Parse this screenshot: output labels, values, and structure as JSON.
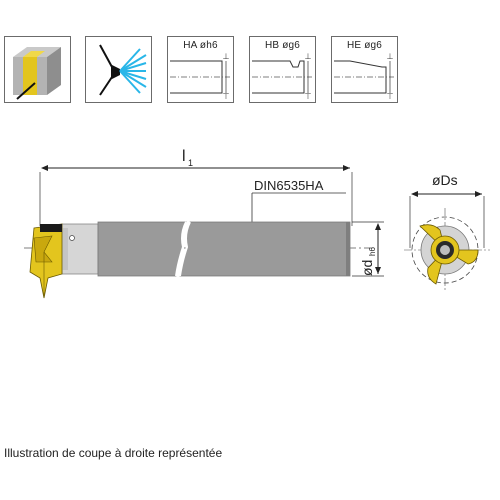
{
  "icons": {
    "material": "workpiece-blind-hole-icon",
    "coolant": "internal-coolant-icon"
  },
  "shank_types": [
    {
      "label": "HA øh6",
      "icon": "shank-ha-icon"
    },
    {
      "label": "HB øg6",
      "icon": "shank-hb-icon"
    },
    {
      "label": "HE øg6",
      "icon": "shank-he-icon"
    }
  ],
  "drawing": {
    "length_symbol": "l",
    "length_subscript": "1",
    "standard": "DIN6535HA",
    "shank_diameter_symbol": "ød",
    "shank_diameter_tolerance": "h6",
    "cutting_diameter_label": "øDs"
  },
  "caption": "Illustration de coupe à droite représentée",
  "colors": {
    "insert_gold": "#e3c51e",
    "coolant_blue": "#29b6e8",
    "shank_gray": "#9a9a9a",
    "neck_light": "#d6d6d6",
    "frame_gray": "#6b6b6b"
  }
}
